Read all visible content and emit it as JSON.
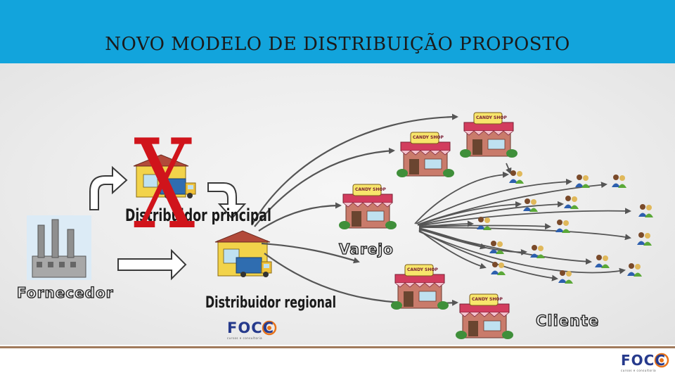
{
  "slide": {
    "title": "NOVO MODELO DE DISTRIBUIÇÃO PROPOSTO"
  },
  "nodes": {
    "fornecedor": "Fornecedor",
    "distribuidor_principal": "Distribuidor principal",
    "distribuidor_regional": "Distribuidor regional",
    "varejo": "Varejo",
    "cliente": "Cliente"
  },
  "shop_sign": "CANDY SHOP",
  "x_mark": "X",
  "logo": {
    "text": "FOCC",
    "tagline": "cursos e consultoria"
  },
  "colors": {
    "header": "#12a4dc",
    "x_mark": "#d0141b",
    "footer_line": "#a07a5c",
    "logo": "#263a8c",
    "logo_accent": "#e8731a"
  }
}
